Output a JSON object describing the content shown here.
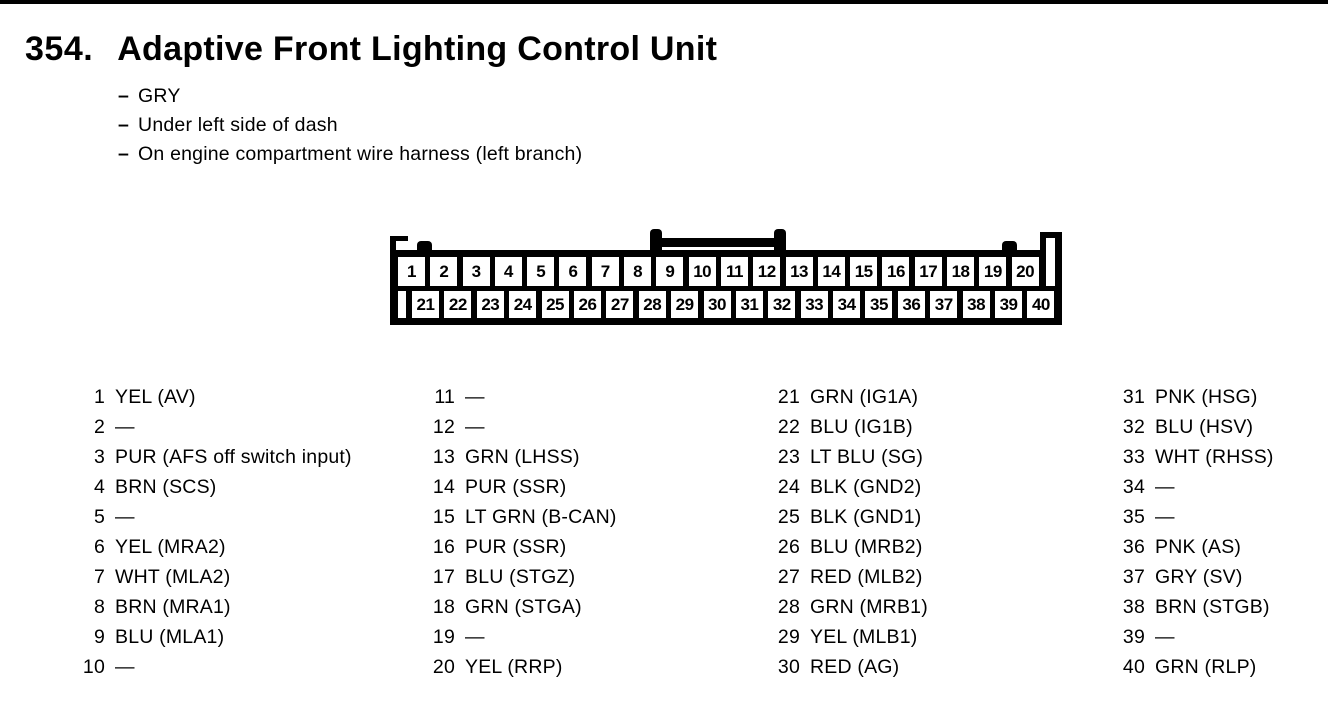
{
  "header": {
    "section_number": "354.",
    "title": "Adaptive Front Lighting Control Unit",
    "notes": [
      {
        "dash": "–",
        "text": "GRY"
      },
      {
        "dash": "–",
        "text": "Under left side of dash"
      },
      {
        "dash": "–",
        "text": "On engine compartment wire harness (left branch)"
      }
    ]
  },
  "connector": {
    "top_row": [
      "1",
      "2",
      "3",
      "4",
      "5",
      "6",
      "7",
      "8",
      "9",
      "10",
      "11",
      "12",
      "13",
      "14",
      "15",
      "16",
      "17",
      "18",
      "19",
      "20"
    ],
    "bottom_row": [
      "21",
      "22",
      "23",
      "24",
      "25",
      "26",
      "27",
      "28",
      "29",
      "30",
      "31",
      "32",
      "33",
      "34",
      "35",
      "36",
      "37",
      "38",
      "39",
      "40"
    ]
  },
  "pins": {
    "col1": [
      {
        "num": "1",
        "label": "YEL (AV)"
      },
      {
        "num": "2",
        "label": "—"
      },
      {
        "num": "3",
        "label": "PUR (AFS off switch input)"
      },
      {
        "num": "4",
        "label": "BRN (SCS)"
      },
      {
        "num": "5",
        "label": "—"
      },
      {
        "num": "6",
        "label": "YEL (MRA2)"
      },
      {
        "num": "7",
        "label": "WHT (MLA2)"
      },
      {
        "num": "8",
        "label": "BRN (MRA1)"
      },
      {
        "num": "9",
        "label": "BLU (MLA1)"
      },
      {
        "num": "10",
        "label": "—"
      }
    ],
    "col2": [
      {
        "num": "11",
        "label": "—"
      },
      {
        "num": "12",
        "label": "—"
      },
      {
        "num": "13",
        "label": "GRN (LHSS)"
      },
      {
        "num": "14",
        "label": "PUR (SSR)"
      },
      {
        "num": "15",
        "label": "LT GRN (B-CAN)"
      },
      {
        "num": "16",
        "label": "PUR (SSR)"
      },
      {
        "num": "17",
        "label": "BLU (STGZ)"
      },
      {
        "num": "18",
        "label": "GRN (STGA)"
      },
      {
        "num": "19",
        "label": "—"
      },
      {
        "num": "20",
        "label": "YEL (RRP)"
      }
    ],
    "col3": [
      {
        "num": "21",
        "label": "GRN (IG1A)"
      },
      {
        "num": "22",
        "label": "BLU (IG1B)"
      },
      {
        "num": "23",
        "label": "LT BLU (SG)"
      },
      {
        "num": "24",
        "label": "BLK (GND2)"
      },
      {
        "num": "25",
        "label": "BLK (GND1)"
      },
      {
        "num": "26",
        "label": "BLU (MRB2)"
      },
      {
        "num": "27",
        "label": "RED (MLB2)"
      },
      {
        "num": "28",
        "label": "GRN (MRB1)"
      },
      {
        "num": "29",
        "label": "YEL (MLB1)"
      },
      {
        "num": "30",
        "label": "RED (AG)"
      }
    ],
    "col4": [
      {
        "num": "31",
        "label": "PNK (HSG)"
      },
      {
        "num": "32",
        "label": "BLU (HSV)"
      },
      {
        "num": "33",
        "label": "WHT (RHSS)"
      },
      {
        "num": "34",
        "label": "—"
      },
      {
        "num": "35",
        "label": "—"
      },
      {
        "num": "36",
        "label": "PNK (AS)"
      },
      {
        "num": "37",
        "label": "GRY (SV)"
      },
      {
        "num": "38",
        "label": "BRN (STGB)"
      },
      {
        "num": "39",
        "label": "—"
      },
      {
        "num": "40",
        "label": "GRN (RLP)"
      }
    ]
  },
  "colors": {
    "ink": "#000000",
    "paper": "#ffffff"
  }
}
